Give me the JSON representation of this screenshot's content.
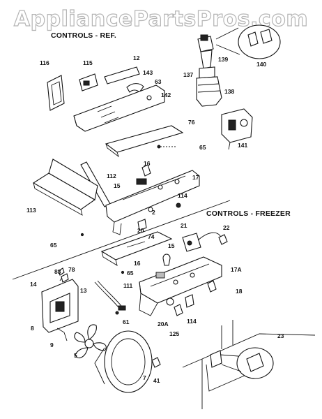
{
  "watermark": "AppliancePartsPros.com",
  "section_ref_title": "CONTROLS - REF.",
  "section_freezer_title": "CONTROLS - FREEZER",
  "callouts": [
    "116",
    "115",
    "12",
    "143",
    "63",
    "142",
    "139",
    "140",
    "137",
    "138",
    "76",
    "65",
    "141",
    "16",
    "112",
    "17",
    "15",
    "113",
    "114",
    "2",
    "65",
    "20",
    "74",
    "21",
    "22",
    "15",
    "16",
    "65",
    "17A",
    "83",
    "78",
    "14",
    "13",
    "111",
    "18",
    "8",
    "61",
    "20A",
    "114",
    "125",
    "9",
    "5",
    "7",
    "41",
    "23"
  ]
}
